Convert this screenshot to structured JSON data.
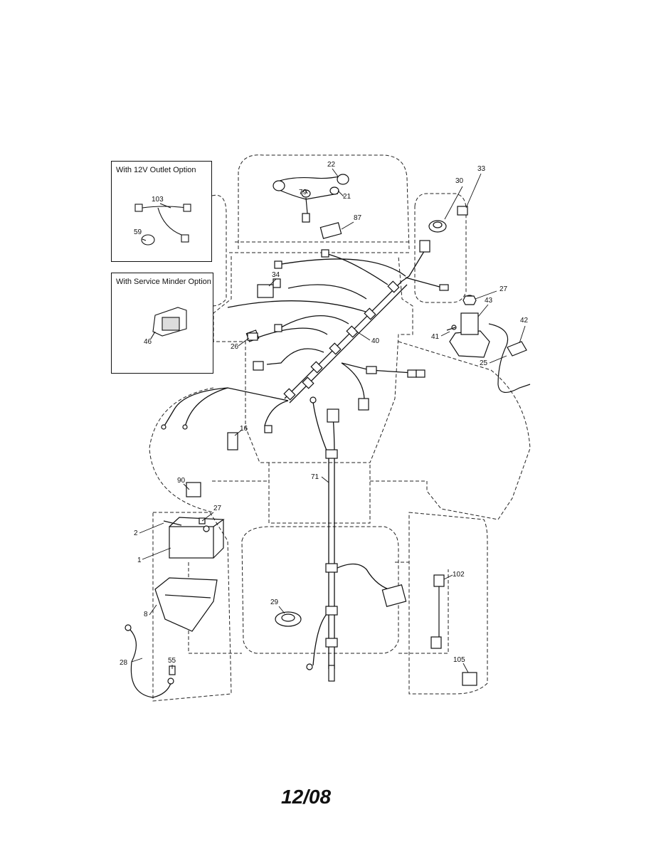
{
  "options": {
    "outlet_title": "With 12V Outlet Option",
    "service_title": "With Service Minder Option"
  },
  "labels": {
    "p1": "1",
    "p2": "2",
    "p8": "8",
    "p16": "16",
    "p21": "21",
    "p22": "22",
    "p25": "25",
    "p26": "26",
    "p27a": "27",
    "p27b": "27",
    "p28": "28",
    "p29": "29",
    "p30": "30",
    "p33": "33",
    "p34": "34",
    "p40": "40",
    "p41": "41",
    "p42": "42",
    "p43": "43",
    "p46": "46",
    "p55": "55",
    "p59": "59",
    "p71": "71",
    "p79": "79",
    "p87": "87",
    "p90": "90",
    "p102": "102",
    "p103": "103",
    "p105": "105"
  },
  "footer": {
    "date": "12/08"
  }
}
